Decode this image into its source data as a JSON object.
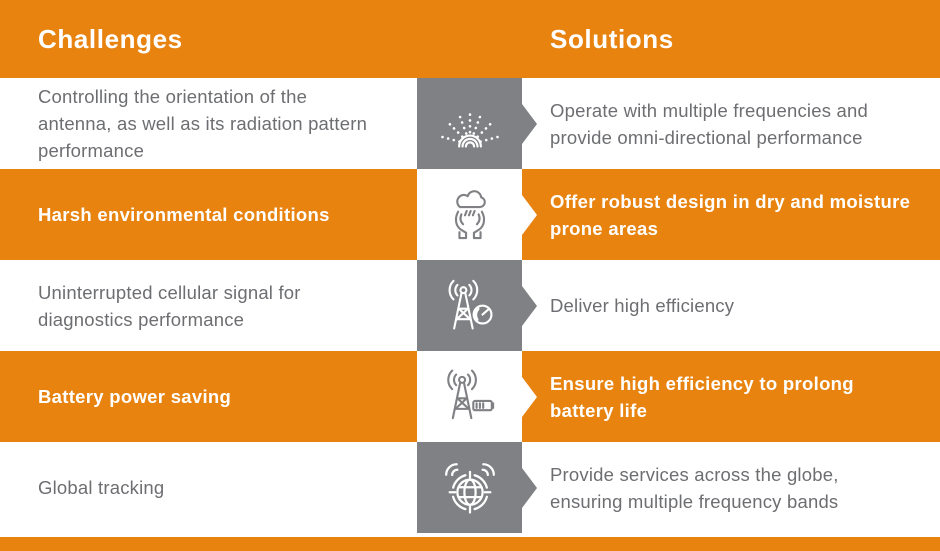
{
  "colors": {
    "orange": "#E8830F",
    "tile_gray": "#808184",
    "text_gray": "#6D6E71",
    "white": "#FFFFFF"
  },
  "header": {
    "challenges": "Challenges",
    "solutions": "Solutions"
  },
  "rows": [
    {
      "variant": "white",
      "challenge": "Controlling the orientation of the\nantenna, as well as its radiation pattern\nperformance",
      "icon": "antenna-radiation-pattern-icon",
      "solution": "Operate with multiple frequencies and\nprovide omni-directional performance"
    },
    {
      "variant": "orange",
      "challenge": "Harsh environmental conditions",
      "icon": "hands-rain-cloud-icon",
      "solution": "Offer robust design in dry and moisture\nprone areas"
    },
    {
      "variant": "white",
      "challenge": "Uninterrupted cellular signal for\ndiagnostics performance",
      "icon": "cell-tower-gauge-icon",
      "solution": "Deliver high efficiency"
    },
    {
      "variant": "orange",
      "challenge": "Battery power saving",
      "icon": "cell-tower-battery-icon",
      "solution": "Ensure high efficiency to prolong\nbattery life"
    },
    {
      "variant": "white",
      "challenge": "Global tracking",
      "icon": "globe-signal-icon",
      "solution": "Provide services across the globe,\nensuring multiple frequency bands"
    }
  ]
}
